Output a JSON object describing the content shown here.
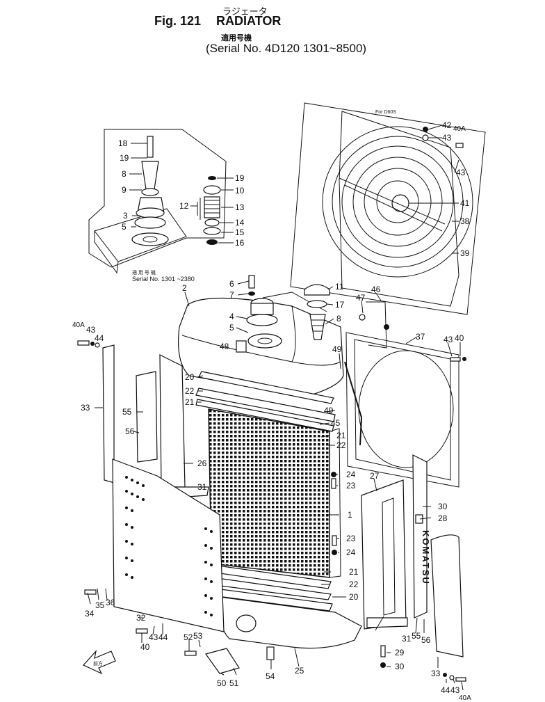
{
  "header": {
    "title_jp": "ラジェータ",
    "fig_label": "Fig. 121",
    "title": "RADIATOR",
    "applicability_jp": "適用号機",
    "serial": "(Serial No. 4D120 1301~8500)"
  },
  "insets": {
    "left_caption_jp": "適 用 号 機",
    "left_caption": "Serial No. 1301 ~2380",
    "right_caption": "For D60S"
  },
  "brand_text": "KOMATSU",
  "direction_arrow_jp": "前方",
  "part_numbers": [
    "1",
    "2",
    "3",
    "4",
    "5",
    "6",
    "7",
    "8",
    "9",
    "10",
    "11",
    "12",
    "13",
    "14",
    "15",
    "16",
    "17",
    "18",
    "19",
    "20",
    "21",
    "22",
    "23",
    "24",
    "25",
    "26",
    "27",
    "28",
    "29",
    "30",
    "31",
    "32",
    "33",
    "34",
    "35",
    "36",
    "37",
    "38",
    "39",
    "40",
    "40A",
    "41",
    "42",
    "43",
    "44",
    "45",
    "46",
    "47",
    "48",
    "49",
    "50",
    "51",
    "52",
    "53",
    "54",
    "55",
    "56"
  ],
  "callouts": [
    {
      "id": "c01",
      "text": "18"
    },
    {
      "id": "c02",
      "text": "19"
    },
    {
      "id": "c03",
      "text": "8"
    },
    {
      "id": "c04",
      "text": "9"
    },
    {
      "id": "c05",
      "text": "3"
    },
    {
      "id": "c06",
      "text": "5"
    },
    {
      "id": "c07",
      "text": "19"
    },
    {
      "id": "c08",
      "text": "10"
    },
    {
      "id": "c09",
      "text": "12"
    },
    {
      "id": "c10",
      "text": "13"
    },
    {
      "id": "c11",
      "text": "14"
    },
    {
      "id": "c12",
      "text": "15"
    },
    {
      "id": "c13",
      "text": "16"
    },
    {
      "id": "c14",
      "text": "42"
    },
    {
      "id": "c15",
      "text": "40A"
    },
    {
      "id": "c16",
      "text": "43"
    },
    {
      "id": "c17",
      "text": "43"
    },
    {
      "id": "c18",
      "text": "41"
    },
    {
      "id": "c19",
      "text": "38"
    },
    {
      "id": "c20",
      "text": "39"
    },
    {
      "id": "c21",
      "text": "2"
    },
    {
      "id": "c22",
      "text": "6"
    },
    {
      "id": "c23",
      "text": "7"
    },
    {
      "id": "c24",
      "text": "4"
    },
    {
      "id": "c25",
      "text": "5"
    },
    {
      "id": "c26",
      "text": "11"
    },
    {
      "id": "c27",
      "text": "17"
    },
    {
      "id": "c28",
      "text": "8"
    },
    {
      "id": "c29",
      "text": "47"
    },
    {
      "id": "c30",
      "text": "46"
    },
    {
      "id": "c31",
      "text": "40A"
    },
    {
      "id": "c32",
      "text": "43"
    },
    {
      "id": "c33",
      "text": "44"
    },
    {
      "id": "c34",
      "text": "48"
    },
    {
      "id": "c35",
      "text": "37"
    },
    {
      "id": "c36",
      "text": "43"
    },
    {
      "id": "c37",
      "text": "40"
    },
    {
      "id": "c38",
      "text": "49"
    },
    {
      "id": "c39",
      "text": "20"
    },
    {
      "id": "c40",
      "text": "22"
    },
    {
      "id": "c41",
      "text": "21"
    },
    {
      "id": "c42",
      "text": "33"
    },
    {
      "id": "c43",
      "text": "55"
    },
    {
      "id": "c44",
      "text": "56"
    },
    {
      "id": "c45",
      "text": "49"
    },
    {
      "id": "c46",
      "text": "45"
    },
    {
      "id": "c47",
      "text": "21"
    },
    {
      "id": "c48",
      "text": "22"
    },
    {
      "id": "c49",
      "text": "26"
    },
    {
      "id": "c50",
      "text": "24"
    },
    {
      "id": "c51",
      "text": "23"
    },
    {
      "id": "c52",
      "text": "27"
    },
    {
      "id": "c53",
      "text": "31"
    },
    {
      "id": "c54",
      "text": "1"
    },
    {
      "id": "c55",
      "text": "30"
    },
    {
      "id": "c56",
      "text": "28"
    },
    {
      "id": "c57",
      "text": "23"
    },
    {
      "id": "c58",
      "text": "24"
    },
    {
      "id": "c59",
      "text": "21"
    },
    {
      "id": "c60",
      "text": "22"
    },
    {
      "id": "c61",
      "text": "20"
    },
    {
      "id": "c62",
      "text": "34"
    },
    {
      "id": "c63",
      "text": "35"
    },
    {
      "id": "c64",
      "text": "36"
    },
    {
      "id": "c65",
      "text": "32"
    },
    {
      "id": "c66",
      "text": "43"
    },
    {
      "id": "c67",
      "text": "44"
    },
    {
      "id": "c68",
      "text": "40"
    },
    {
      "id": "c69",
      "text": "52"
    },
    {
      "id": "c70",
      "text": "53"
    },
    {
      "id": "c71",
      "text": "31"
    },
    {
      "id": "c72",
      "text": "55"
    },
    {
      "id": "c73",
      "text": "56"
    },
    {
      "id": "c74",
      "text": "29"
    },
    {
      "id": "c75",
      "text": "30"
    },
    {
      "id": "c76",
      "text": "54"
    },
    {
      "id": "c77",
      "text": "25"
    },
    {
      "id": "c78",
      "text": "50"
    },
    {
      "id": "c79",
      "text": "51"
    },
    {
      "id": "c80",
      "text": "33"
    },
    {
      "id": "c81",
      "text": "44"
    },
    {
      "id": "c82",
      "text": "43"
    },
    {
      "id": "c83",
      "text": "40A"
    }
  ]
}
